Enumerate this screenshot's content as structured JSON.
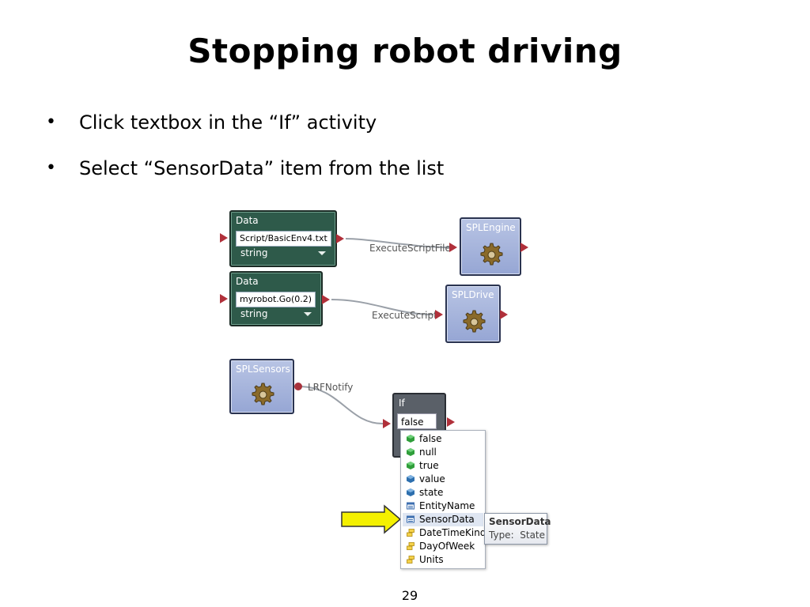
{
  "slide": {
    "title": "Stopping robot driving",
    "bullets": [
      "Click textbox in the “If” activity",
      "Select “SensorData” item from the list"
    ],
    "bullet_char": "•",
    "page_number": "29"
  },
  "diagram": {
    "data1": {
      "header": "Data",
      "value": "Script/BasicEnv4.txt",
      "type": "string"
    },
    "data2": {
      "header": "Data",
      "value": "myrobot.Go(0.2)",
      "type": "string"
    },
    "services": [
      {
        "name": "SPLEngine"
      },
      {
        "name": "SPLDrive"
      },
      {
        "name": "SPLSensors"
      }
    ],
    "wires": {
      "execute_script_file": "ExecuteScriptFile",
      "execute_script": "ExecuteScript",
      "lrf_notify": "LRFNotify"
    },
    "if_activity": {
      "header": "If",
      "value": "false"
    },
    "dropdown": {
      "items": [
        {
          "label": "false",
          "icon": "green-cube-icon",
          "color": "#2f9e3a"
        },
        {
          "label": "null",
          "icon": "green-cube-icon",
          "color": "#2f9e3a"
        },
        {
          "label": "true",
          "icon": "green-cube-icon",
          "color": "#2f9e3a"
        },
        {
          "label": "value",
          "icon": "blue-cube-icon",
          "color": "#2d6fae"
        },
        {
          "label": "state",
          "icon": "blue-cube-icon",
          "color": "#2d6fae"
        },
        {
          "label": "EntityName",
          "icon": "property-icon",
          "color": "#3d6fb0"
        },
        {
          "label": "SensorData",
          "icon": "property-icon",
          "color": "#3d6fb0"
        },
        {
          "label": "DateTimeKind",
          "icon": "enum-icon",
          "color": "#e0b020"
        },
        {
          "label": "DayOfWeek",
          "icon": "enum-icon",
          "color": "#e0b020"
        },
        {
          "label": "Units",
          "icon": "enum-icon",
          "color": "#e0b020"
        }
      ],
      "highlighted": "SensorData"
    },
    "tooltip": {
      "title": "SensorData",
      "type_label": "Type:",
      "type_value": "State"
    },
    "arrow_color": "#f4f000"
  }
}
